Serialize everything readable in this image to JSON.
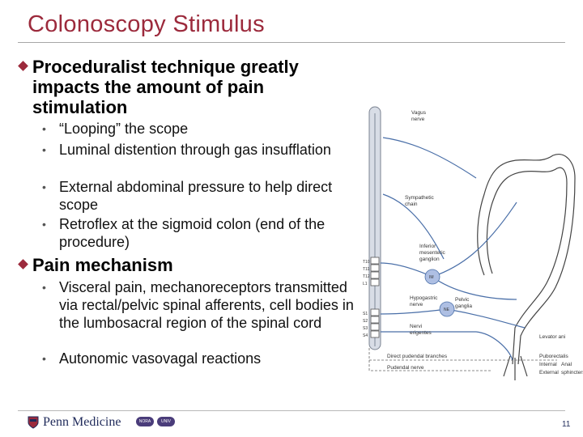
{
  "slide": {
    "title": "Colonoscopy Stimulus",
    "bullets": [
      {
        "text": "Proceduralist technique greatly impacts the amount of pain stimulation",
        "sub": [
          "“Looping” the scope",
          "Luminal distention through gas insufflation",
          "External abdominal pressure to help direct scope",
          "Retroflex at the sigmoid colon (end of the procedure)"
        ]
      },
      {
        "text": "Pain mechanism",
        "sub": [
          "Visceral pain, mechanoreceptors transmitted via rectal/pelvic spinal afferents, cell bodies in the lumbosacral region of the spinal cord",
          "Autonomic vasovagal reactions"
        ]
      }
    ]
  },
  "figure": {
    "labels": {
      "vagus": "Vagus",
      "nerve": "nerve",
      "sympathetic": "Sympathetic",
      "chain": "chain",
      "inferior": "Inferior",
      "mesenteric": "mesenteric",
      "ganglion": "ganglion",
      "hypogastric": "Hypogastric",
      "nerve2": "nerve",
      "pelvic": "Pelvic",
      "ganglia": "ganglia",
      "nervi": "Nervi",
      "erigentes": "erigentes",
      "direct_cord": "Direct pudendal branches",
      "pudendal": "Pudendal nerve",
      "levator": "Levator ani",
      "pubo": "Puborectalis",
      "internal": "Internal",
      "external": "External",
      "anal": "Anal",
      "sphincters": "sphincters",
      "t10": "T10",
      "t11": "T11",
      "t12": "T12",
      "l1": "L1",
      "s1": "S1",
      "s2": "S2",
      "s3": "S3",
      "s4": "S4",
      "ns1": "IM",
      "ns2": "NE"
    }
  },
  "footer": {
    "logo_text": "Penn Medicine",
    "badge1": "NORA",
    "badge2": "UNIV",
    "page_number": "11"
  }
}
